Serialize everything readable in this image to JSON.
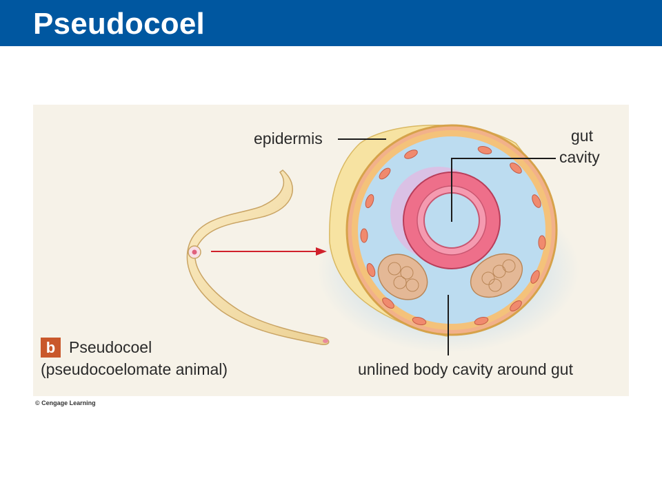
{
  "slide": {
    "title": "Pseudocoel",
    "credit": "© Cengage Learning"
  },
  "figure": {
    "panel_letter": "b",
    "caption_line1": "Pseudocoel",
    "caption_line2": "(pseudocoelomate animal)",
    "labels": {
      "epidermis": "epidermis",
      "gut_line1": "gut",
      "gut_line2": "cavity",
      "body_cavity": "unlined body cavity around gut"
    },
    "colors": {
      "title_bar": "#0057a0",
      "badge": "#c9582b",
      "arrow": "#d0202a",
      "body_cavity": "#bcdcf0",
      "gut": "#ee6f8a"
    }
  }
}
